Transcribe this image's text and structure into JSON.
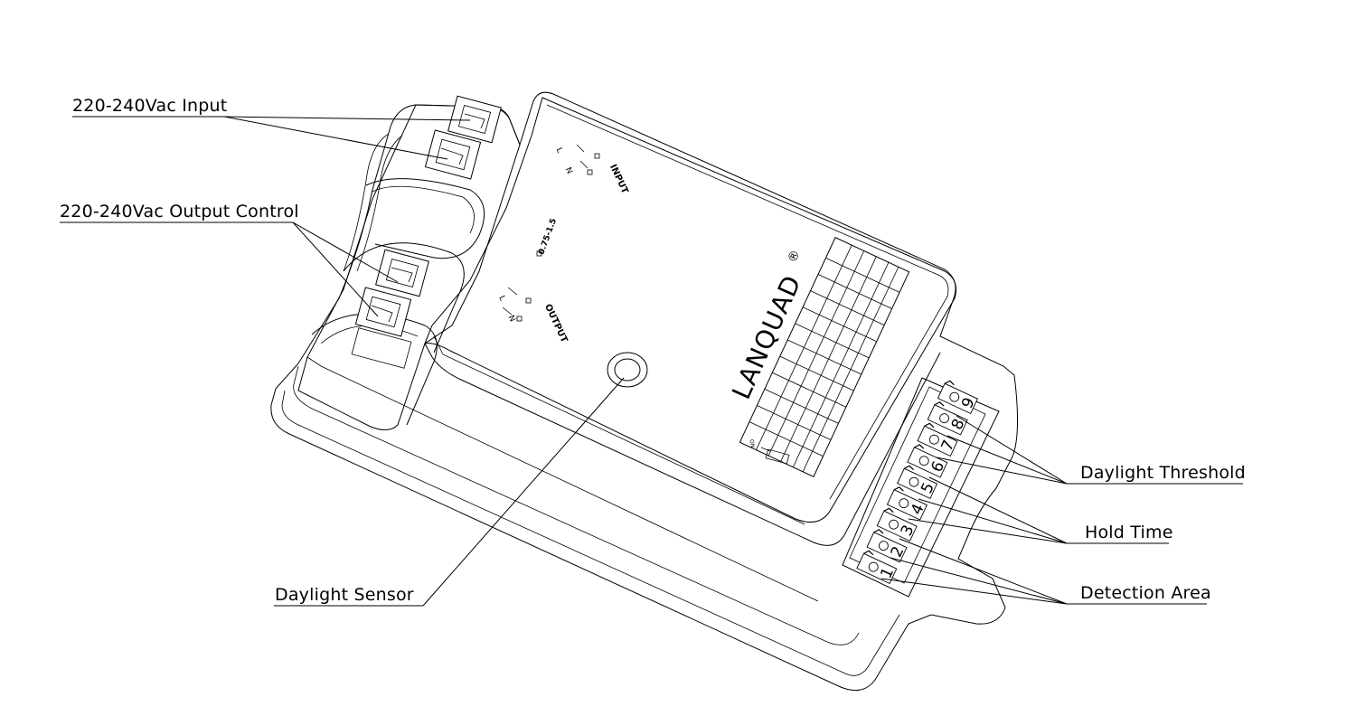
{
  "callouts": {
    "input": "220-240Vac Input",
    "output_control": "220-240Vac Output Control",
    "daylight_sensor": "Daylight Sensor",
    "daylight_threshold": "Daylight Threshold",
    "hold_time": "Hold Time",
    "detection_area": "Detection Area"
  },
  "device": {
    "brand": "LANQUAD",
    "registered_mark": "®",
    "input_label": "INPUT",
    "output_label": "OUTPUT",
    "wire_gauge": "0.75-1.5",
    "terminal_n": "N",
    "terminal_l": "L",
    "switch_on_label": "ON",
    "dip_numbers": [
      "1",
      "2",
      "3",
      "4",
      "5",
      "6",
      "7",
      "8",
      "9"
    ]
  }
}
